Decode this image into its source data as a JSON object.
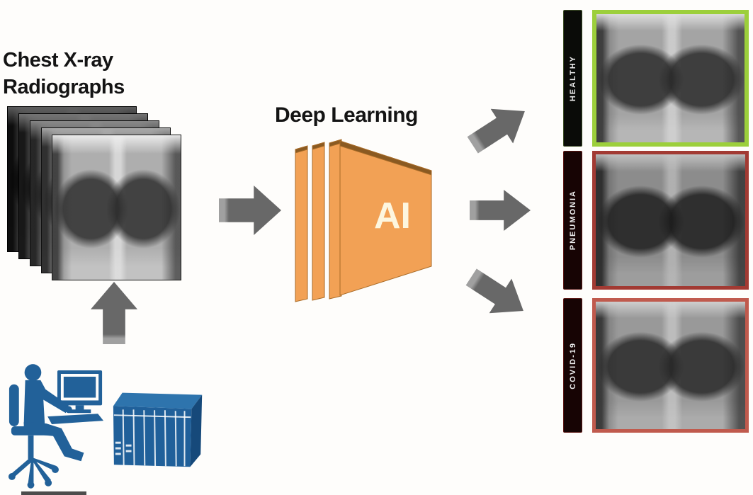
{
  "input": {
    "title_line1": "Chest X-ray",
    "title_line2": "Radiographs",
    "stack_count": 5
  },
  "model": {
    "title": "Deep Learning",
    "chip_label": "AI"
  },
  "outputs": [
    {
      "label": "HEALTHY",
      "border_color": "#9ccf3b",
      "bar_bg": "#0a0b08"
    },
    {
      "label": "PNEUMONIA",
      "border_color": "#a23a33",
      "bar_bg": "#170404"
    },
    {
      "label": "COVID-19",
      "border_color": "#c05a4d",
      "bar_bg": "#170404"
    }
  ],
  "icons": {
    "input_stack": "chest-xray-stack",
    "workstation": "radiologist-at-workstation",
    "server": "server-rack",
    "model": "neural-network-layers",
    "arrows": [
      "arrow-up",
      "arrow-right",
      "arrow-up-right",
      "arrow-right",
      "arrow-down-right"
    ]
  },
  "colors": {
    "arrow_gray": "#686868",
    "arrow_tail_gray": "#a0a0a0",
    "ai_orange": "#f2a155",
    "ai_edge_dark": "#8a5a22",
    "icon_blue": "#226199",
    "text_black": "#141414",
    "healthy_green": "#9ccf3b",
    "pneumonia_red": "#a23a33",
    "covid_red": "#c05a4d"
  }
}
